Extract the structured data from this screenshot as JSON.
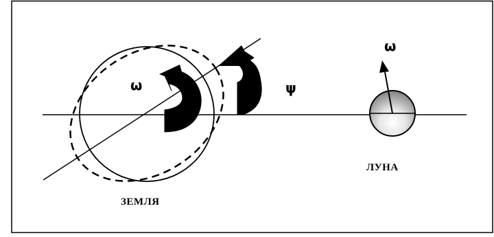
{
  "labels": {
    "earth": "ЗЕМЛЯ",
    "moon": "ЛУНА",
    "omega_earth": "ω",
    "omega_moon": "ω",
    "psi": "ψ"
  },
  "colors": {
    "ink": "#000000",
    "background": "#ffffff",
    "moon_light": "#ffffff",
    "moon_dark": "#8c8c8c"
  }
}
